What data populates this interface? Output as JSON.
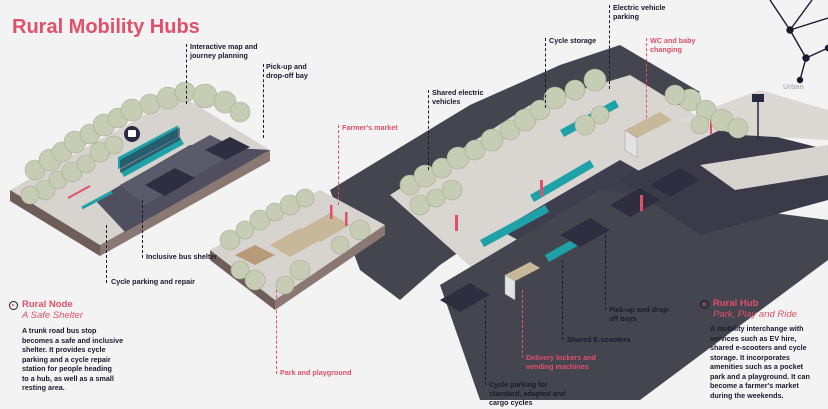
{
  "title": "Rural Mobility Hubs",
  "labels": {
    "map": [
      "Interactive map and",
      "journey planning"
    ],
    "pickup": [
      "Pick-up and",
      "drop-off bay"
    ],
    "farmers": "Farmer's market",
    "shelter": "Inclusive bus shelter",
    "cycle_repair": "Cycle parking and repair",
    "park": "Park and playground",
    "cycle_storage": "Cycle storage",
    "ev": [
      "Electric vehicle",
      "parking"
    ],
    "wc": [
      "WC and baby",
      "changing"
    ],
    "shared_ev": [
      "Shared electric",
      "vehicles"
    ],
    "pickup_bays": [
      "Pick-up and drop-",
      "off bays"
    ],
    "escooters": "Shared E-scooters",
    "lockers": [
      "Delivery lockers and",
      "vending machines"
    ],
    "cycle_parking": [
      "Cycle parking for",
      "standard, adapted and",
      "cargo cycles"
    ],
    "urban": "Urban"
  },
  "node": {
    "title": "Rural Node",
    "subtitle": "A Safe Shelter",
    "body": [
      "A trunk road bus stop",
      "becomes a safe and inclusive",
      "shelter. It provides cycle",
      "parking and a cycle repair",
      "station for people heading",
      "to a hub, as well as a small",
      "resting area."
    ]
  },
  "hub": {
    "title": "Rural Hub",
    "subtitle": "Park, Play and Ride",
    "body": [
      "A mobility interchange with",
      "services such as EV hire,",
      "shared e-scooters and cycle",
      "storage. It incorporates",
      "amenities such as a pocket",
      "park and a playground. It can",
      "become a farmer's market",
      "during the weekends."
    ]
  },
  "colors": {
    "accent": "#e0506a",
    "ink": "#1a1a2e",
    "teal": "#1fa1a8",
    "road": "#4a4a5a",
    "kerb": "#7d6a66"
  }
}
